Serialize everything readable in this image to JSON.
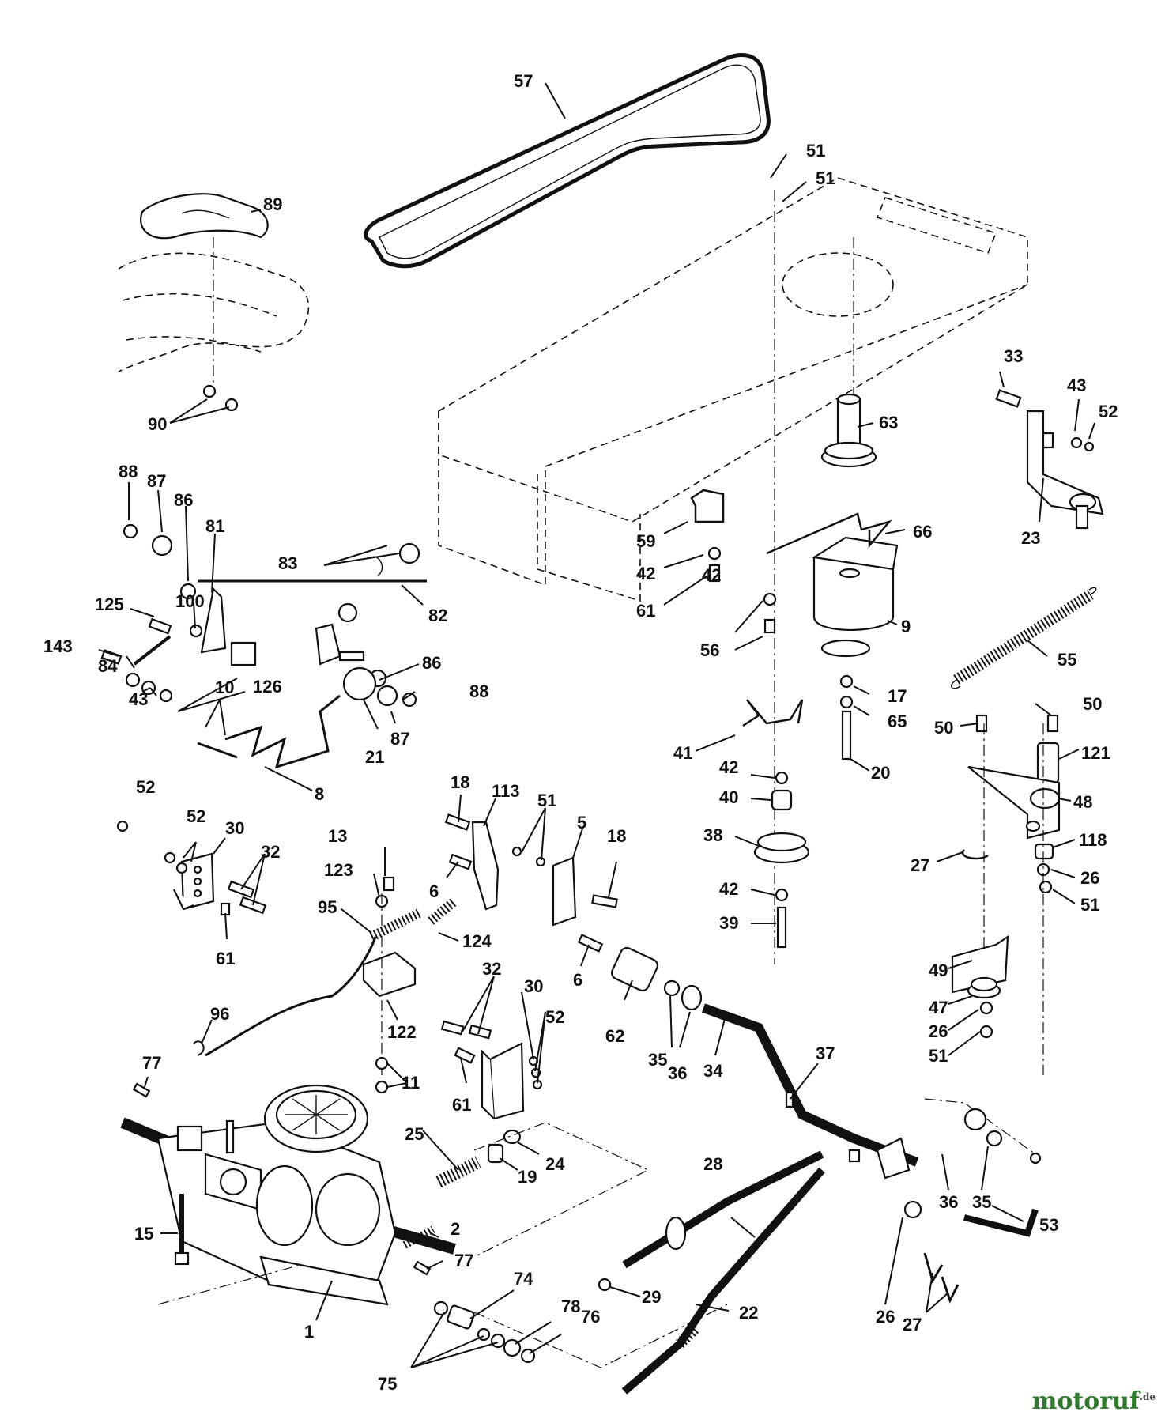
{
  "callouts": [
    "57",
    "89",
    "90",
    "51",
    "51",
    "63",
    "33",
    "43",
    "52",
    "23",
    "88",
    "87",
    "86",
    "81",
    "83",
    "82",
    "125",
    "100",
    "143",
    "84",
    "43",
    "126",
    "86",
    "88",
    "87",
    "10",
    "21",
    "8",
    "59",
    "42",
    "61",
    "66",
    "42",
    "56",
    "9",
    "55",
    "17",
    "65",
    "41",
    "20",
    "42",
    "40",
    "38",
    "42",
    "39",
    "50",
    "50",
    "121",
    "48",
    "27",
    "118",
    "26",
    "51",
    "49",
    "47",
    "26",
    "51",
    "18",
    "113",
    "51",
    "5",
    "18",
    "6",
    "6",
    "13",
    "123",
    "95",
    "124",
    "52",
    "52",
    "30",
    "32",
    "61",
    "122",
    "96",
    "11",
    "32",
    "30",
    "52",
    "61",
    "62",
    "35",
    "36",
    "34",
    "37",
    "77",
    "25",
    "19",
    "24",
    "15",
    "2",
    "77",
    "1",
    "74",
    "75",
    "78",
    "76",
    "28",
    "29",
    "22",
    "36",
    "35",
    "53",
    "26",
    "27"
  ],
  "watermark": {
    "brand": "motoruf",
    "suffix": ".de"
  }
}
